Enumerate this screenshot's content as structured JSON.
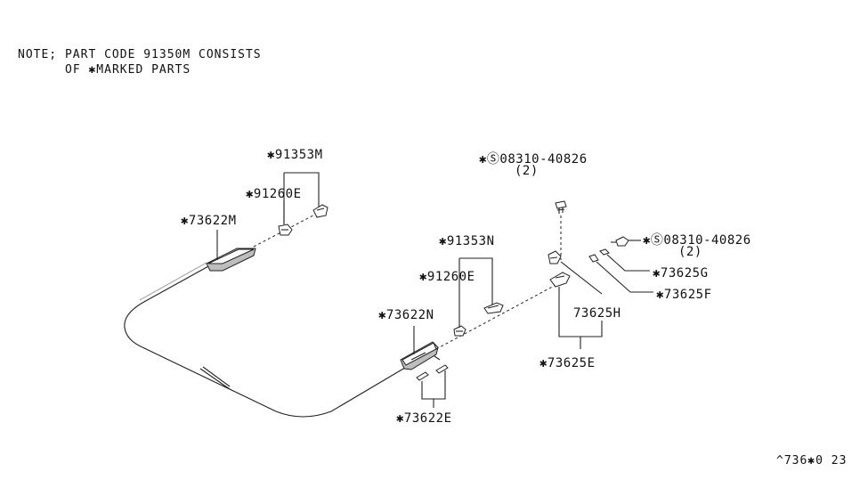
{
  "note": {
    "line1": "NOTE; PART CODE 91350M CONSISTS",
    "line2": "OF ✱MARKED PARTS"
  },
  "labels": {
    "p91353M": "✱91353M",
    "p91260E_top": "✱91260E",
    "p73622M": "✱73622M",
    "bolt_top": "✱Ⓢ08310-40826",
    "bolt_top_qty": "(2)",
    "bolt_right": "✱Ⓢ08310-40826",
    "bolt_right_qty": "(2)",
    "p91353N": "✱91353N",
    "p91260E_mid": "✱91260E",
    "p73625G": "✱73625G",
    "p73625F": "✱73625F",
    "p73625H": "73625H",
    "p73622N": "✱73622N",
    "p73625E": "✱73625E",
    "p73622E": "✱73622E"
  },
  "reference": "^736✱0 23"
}
